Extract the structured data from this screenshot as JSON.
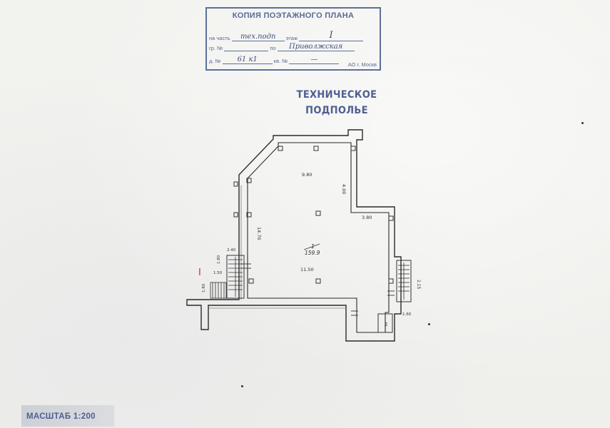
{
  "stamp": {
    "title": "КОПИЯ ПОЭТАЖНОГО ПЛАНА",
    "part_label": "на часть",
    "part_value": "тех.подп",
    "floor_label": "этаж",
    "floor_value": "I",
    "mark_label": "гр.",
    "number_label": "№",
    "street_label": "по",
    "street_value": "Приволжская",
    "house_label": "д. №",
    "house_value": "61 к1",
    "apt_label": "кв. №",
    "apt_value": "—",
    "org": "АО г. Москв"
  },
  "area_stamp": {
    "line1": "ТЕХНИЧЕСКОЕ",
    "line2": "ПОДПОЛЬЕ"
  },
  "plan": {
    "dim_top": "9.80",
    "dim_right_upper": "4.00",
    "dim_left": "14.70",
    "dim_step": "3.80",
    "room_number": "1",
    "room_area": "159.9",
    "dim_width": "11.50",
    "dim_stair_small_a": "2.40",
    "dim_stair_small_b": "1.50",
    "dim_stair_small_c": "1.80",
    "dim_stair_small_d": "1.80",
    "dim_right_stair": "2.15",
    "dim_bottom_right": "1.60",
    "room_small": "2",
    "entrance_mark": "I"
  },
  "scale": {
    "text": "МАСШТАБ 1:200"
  }
}
